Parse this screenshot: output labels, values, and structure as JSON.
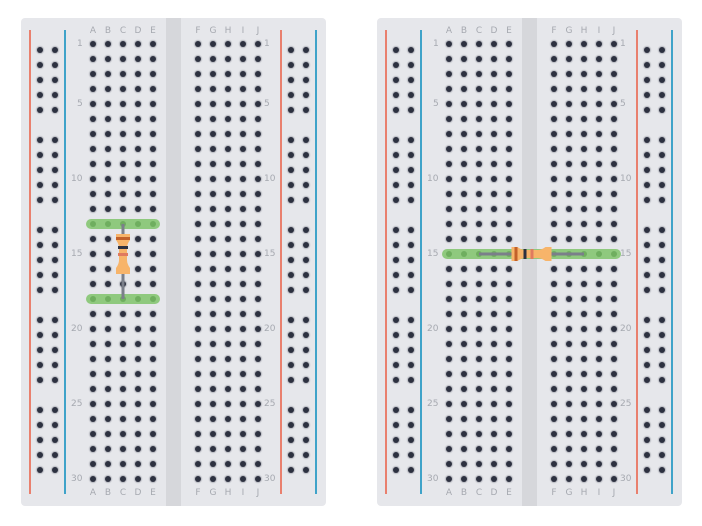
{
  "boards": [
    {
      "id": "breadboard-left",
      "columns_left": [
        "A",
        "B",
        "C",
        "D",
        "E"
      ],
      "columns_right": [
        "F",
        "G",
        "H",
        "I",
        "J"
      ],
      "rows": 30,
      "row_labels": [
        "1",
        "5",
        "10",
        "15",
        "20",
        "25",
        "30"
      ],
      "highlighted_rows": [
        {
          "side": "left",
          "row": 13
        },
        {
          "side": "left",
          "row": 18
        }
      ],
      "resistor": {
        "orientation": "vertical",
        "from": "C13",
        "to": "C18",
        "bands": [
          "#c2612a",
          "#2d3140",
          "#e07a5f"
        ]
      }
    },
    {
      "id": "breadboard-right",
      "columns_left": [
        "A",
        "B",
        "C",
        "D",
        "E"
      ],
      "columns_right": [
        "F",
        "G",
        "H",
        "I",
        "J"
      ],
      "rows": 30,
      "row_labels": [
        "1",
        "5",
        "10",
        "15",
        "20",
        "25",
        "30"
      ],
      "highlighted_rows": [
        {
          "side": "both",
          "row": 15
        }
      ],
      "resistor": {
        "orientation": "horizontal",
        "from": "C15",
        "to": "H15",
        "bands": [
          "#c2612a",
          "#2d3140",
          "#e07a5f"
        ]
      }
    }
  ],
  "colors": {
    "board": "#e6e7eb",
    "channel": "#d6d7db",
    "positive_rail": "#e9806e",
    "negative_rail": "#3fa3c9",
    "hole": "#2d3140",
    "highlight": "#8fc97e",
    "resistor_body": "#f7b46a"
  }
}
